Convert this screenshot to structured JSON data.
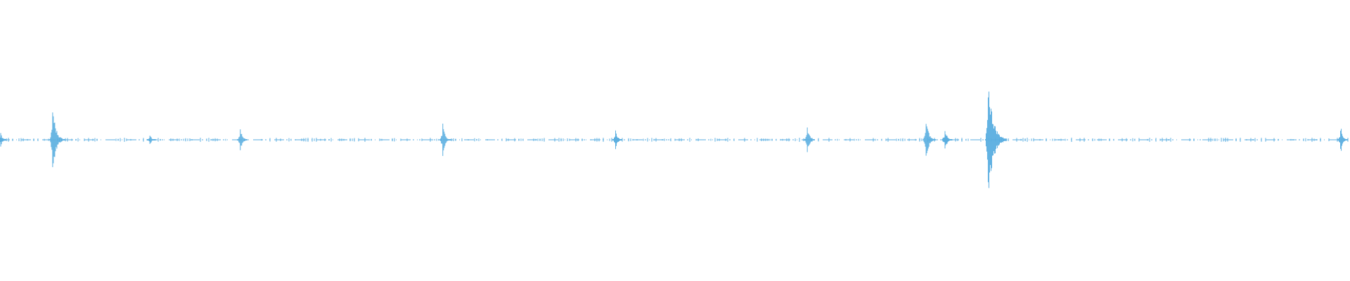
{
  "waveform": {
    "color": "#5aaee0",
    "baseline_amplitude": 0.004,
    "events": [
      {
        "t": 0.0,
        "amp": 0.06
      },
      {
        "t": 0.039,
        "amp": 0.28
      },
      {
        "t": 0.111,
        "amp": 0.05
      },
      {
        "t": 0.178,
        "amp": 0.1
      },
      {
        "t": 0.328,
        "amp": 0.14
      },
      {
        "t": 0.456,
        "amp": 0.09
      },
      {
        "t": 0.598,
        "amp": 0.12
      },
      {
        "t": 0.686,
        "amp": 0.18
      },
      {
        "t": 0.7,
        "amp": 0.1
      },
      {
        "t": 0.732,
        "amp": 0.5
      },
      {
        "t": 0.993,
        "amp": 0.12
      }
    ]
  }
}
